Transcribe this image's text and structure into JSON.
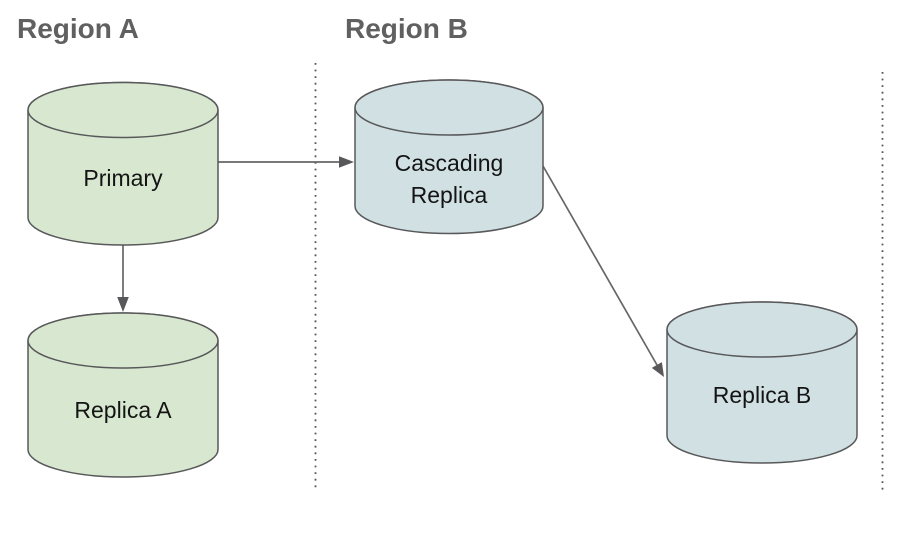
{
  "diagram": {
    "type": "architecture-diagram",
    "regions": [
      {
        "label": "Region A"
      },
      {
        "label": "Region B"
      }
    ],
    "nodes": {
      "primary": {
        "label": "Primary",
        "shape": "database-cylinder",
        "region": "Region A",
        "fill": "#d8e8d0"
      },
      "replica_a": {
        "label": "Replica A",
        "shape": "database-cylinder",
        "region": "Region A",
        "fill": "#d8e8d0"
      },
      "cascading_replica": {
        "label": "Cascading Replica",
        "label_line1": "Cascading",
        "label_line2": "Replica",
        "shape": "database-cylinder",
        "region": "Region B",
        "fill": "#d0e0e3"
      },
      "replica_b": {
        "label": "Replica B",
        "shape": "database-cylinder",
        "region": "Region B",
        "fill": "#d0e0e3"
      }
    },
    "edges": [
      {
        "from": "Primary",
        "to": "Cascading Replica"
      },
      {
        "from": "Primary",
        "to": "Replica A"
      },
      {
        "from": "Cascading Replica",
        "to": "Replica B"
      }
    ],
    "colors": {
      "green_node_fill": "#d8e8d0",
      "blue_node_fill": "#d0e0e3",
      "node_stroke": "#58585a",
      "arrow": "#666666",
      "region_title_text": "#606060",
      "divider": "#555555",
      "background": "#ffffff"
    }
  }
}
